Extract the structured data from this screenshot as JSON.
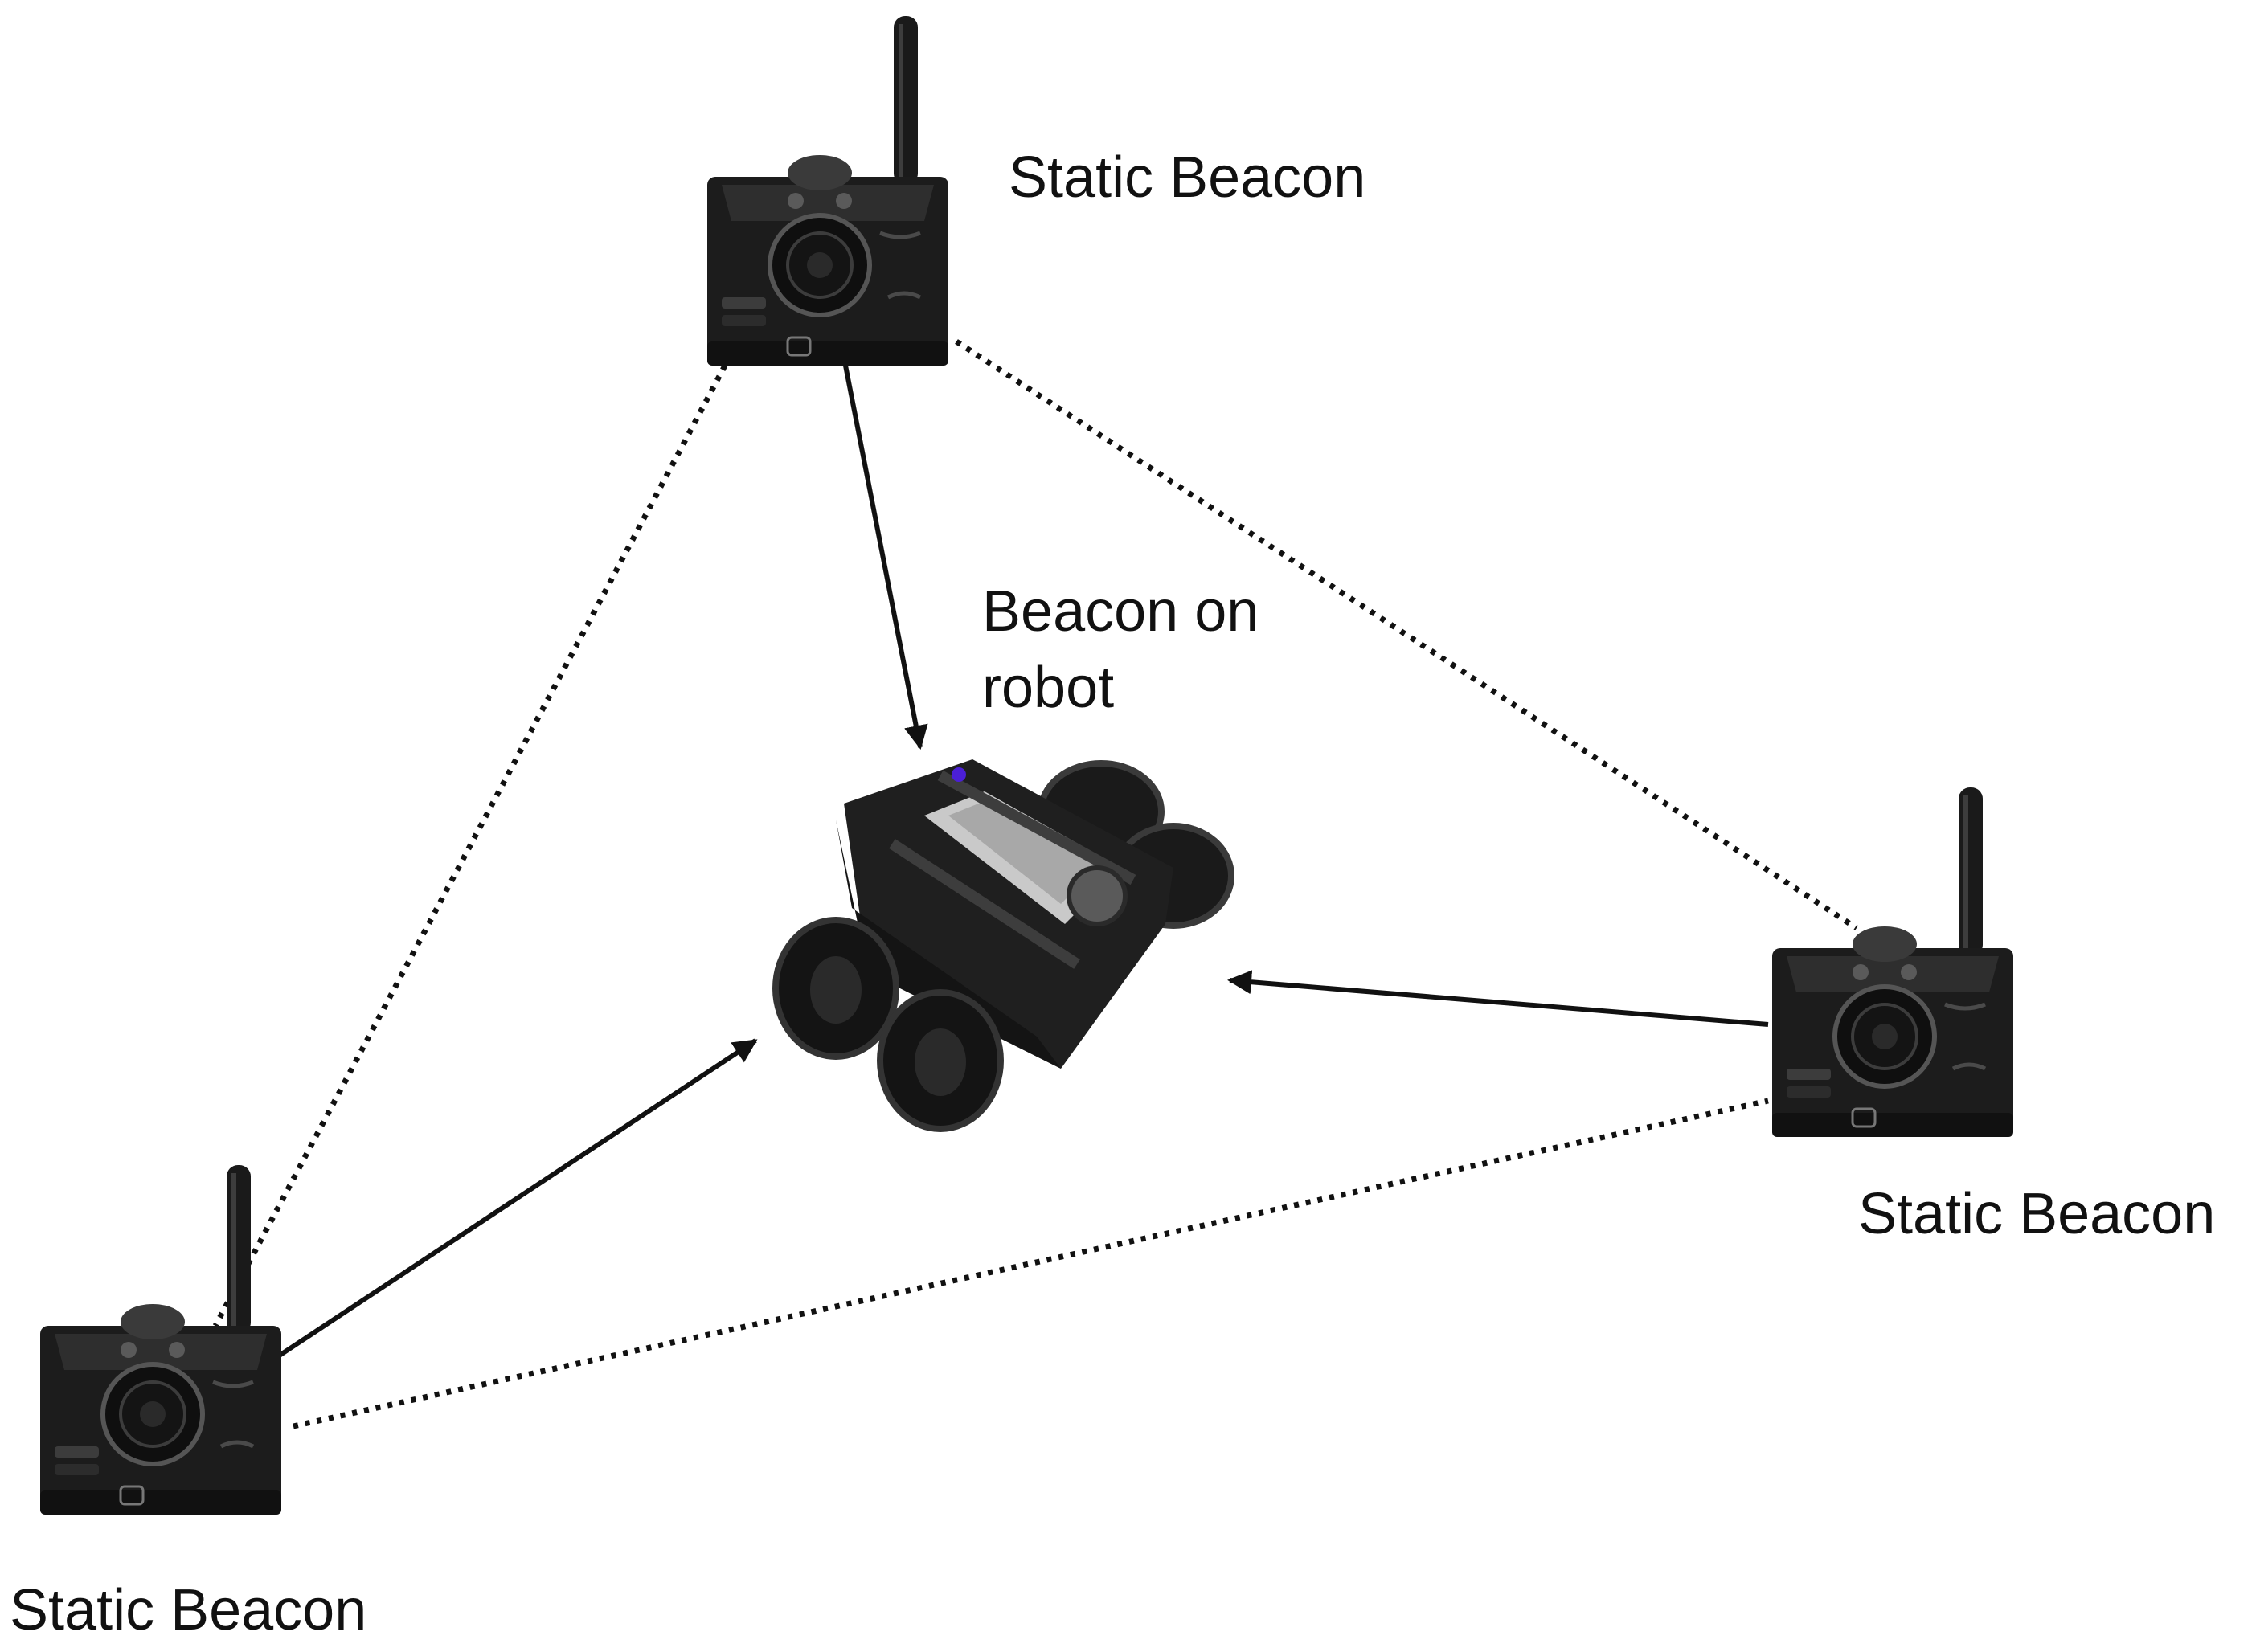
{
  "labels": {
    "beacon_top": "Static Beacon",
    "beacon_right": "Static Beacon",
    "beacon_left": "Static Beacon",
    "robot_line1": "Beacon on",
    "robot_line2": "robot"
  },
  "colors": {
    "line": "#111111",
    "device_body": "#1c1c1c",
    "device_highlight": "#5a5a5a",
    "robot_plate": "#c9c9c9",
    "robot_led": "#4b1fd6"
  },
  "icons": {
    "static_beacon": "beacon-device-icon",
    "robot": "robot-icon"
  }
}
